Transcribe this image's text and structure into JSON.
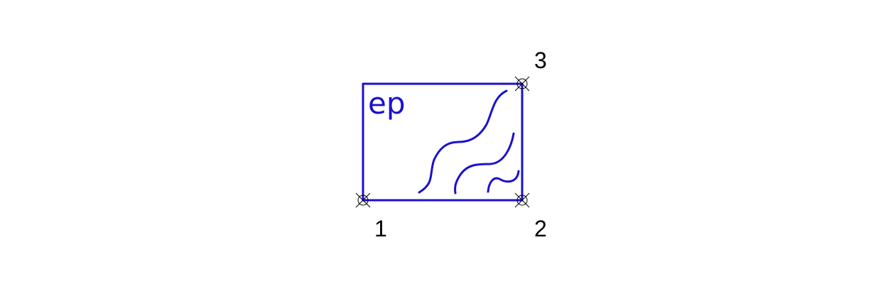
{
  "symbol": {
    "label": "ep"
  },
  "points": [
    {
      "label": "1"
    },
    {
      "label": "2"
    },
    {
      "label": "3"
    }
  ]
}
